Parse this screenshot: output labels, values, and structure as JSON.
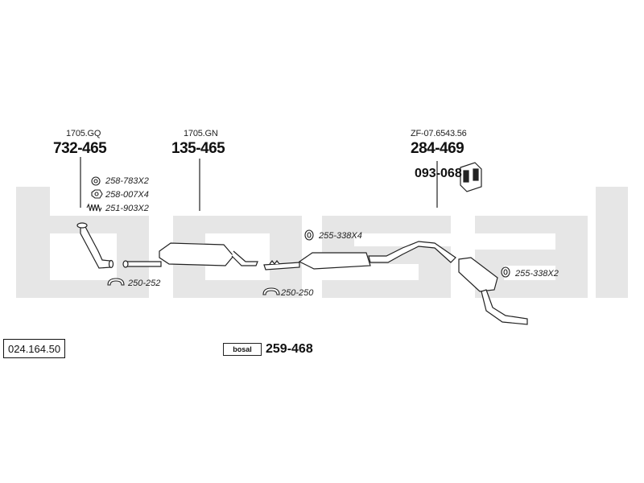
{
  "watermark": "bosal",
  "catalog_number": "024.164.50",
  "parts": [
    {
      "key": "front_pipe",
      "ref": "1705.GQ",
      "number": "732-465"
    },
    {
      "key": "front_silencer",
      "ref": "1705.GN",
      "number": "135-465"
    },
    {
      "key": "rear_silencer",
      "ref": "ZF-07.6543.56",
      "number": "284-469"
    },
    {
      "key": "rubber_mount",
      "number": "093-068"
    },
    {
      "key": "assembly_kit",
      "number": "259-468",
      "logo_text": "bosal"
    }
  ],
  "accessories": [
    {
      "code": "258-783X2"
    },
    {
      "code": "258-007X4"
    },
    {
      "code": "251-903X2"
    },
    {
      "code": "250-252"
    },
    {
      "code": "250-250"
    },
    {
      "code": "255-338X4"
    },
    {
      "code": "255-338X2"
    }
  ],
  "colors": {
    "line": "#222222",
    "part_fill": "#ffffff",
    "watermark": "#e6e6e6"
  }
}
